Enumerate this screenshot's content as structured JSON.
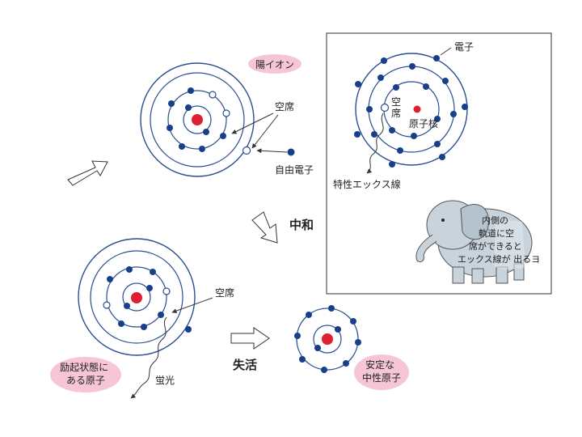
{
  "labels": {
    "cation": "陽イオン",
    "vacancy_top": "空席",
    "free_electron": "自由電子",
    "electron": "電子",
    "vacancy_inset": "空\n席",
    "nucleus": "原子核",
    "characteristic_xray": "特性エックス線",
    "neutralization": "中和",
    "vacancy_bottom": "空席",
    "excited_atom": "励起状態に\nある原子",
    "fluorescence": "蛍光",
    "deactivation": "失活",
    "stable_atom": "安定な\n中性原子",
    "elephant_note": "内側の\n軌道に空\n席ができると\nエックス線が 出るヨ"
  },
  "colors": {
    "electron": "#173f8a",
    "nucleus": "#e02030",
    "orbit": "#2a4e8f",
    "label_bubble": "#f6c6d8",
    "elephant": "#c8d3dc"
  }
}
